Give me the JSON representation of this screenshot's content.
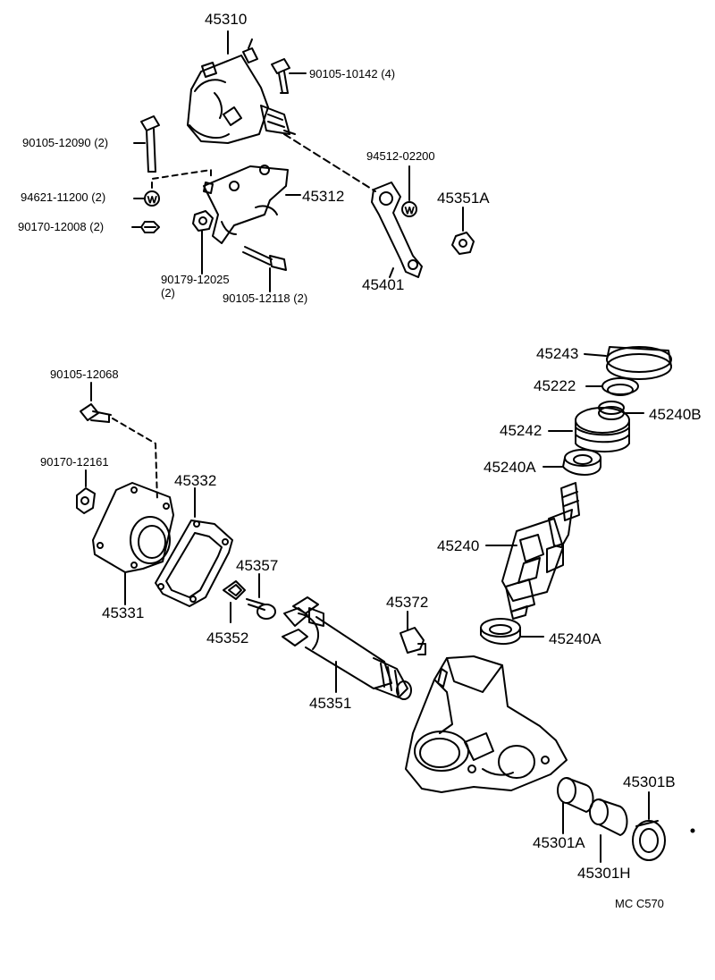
{
  "parts": {
    "p45310": "45310",
    "p90105_10142": "90105-10142 (4)",
    "p90105_12090": "90105-12090 (2)",
    "p94512_02200": "94512-02200",
    "p94621_11200": "94621-11200 (2)",
    "p45312": "45312",
    "p45351A": "45351A",
    "p90170_12008": "90170-12008 (2)",
    "p90179_12025": "90179-12025",
    "p90179_12025_qty": "(2)",
    "p90105_12118": "90105-12118 (2)",
    "p45401": "45401",
    "p45243": "45243",
    "p45222": "45222",
    "p45240B": "45240B",
    "p90105_12068": "90105-12068",
    "p45242": "45242",
    "p45240A_top": "45240A",
    "p90170_12161": "90170-12161",
    "p45332": "45332",
    "p45357": "45357",
    "p45240": "45240",
    "p45331": "45331",
    "p45372": "45372",
    "p45352": "45352",
    "p45240A_bot": "45240A",
    "p45351": "45351",
    "p45301B": "45301B",
    "p45301A": "45301A",
    "p45301H": "45301H"
  },
  "footer": {
    "code": "MC  C570"
  },
  "colors": {
    "ink": "#000000",
    "paper": "#ffffff"
  }
}
